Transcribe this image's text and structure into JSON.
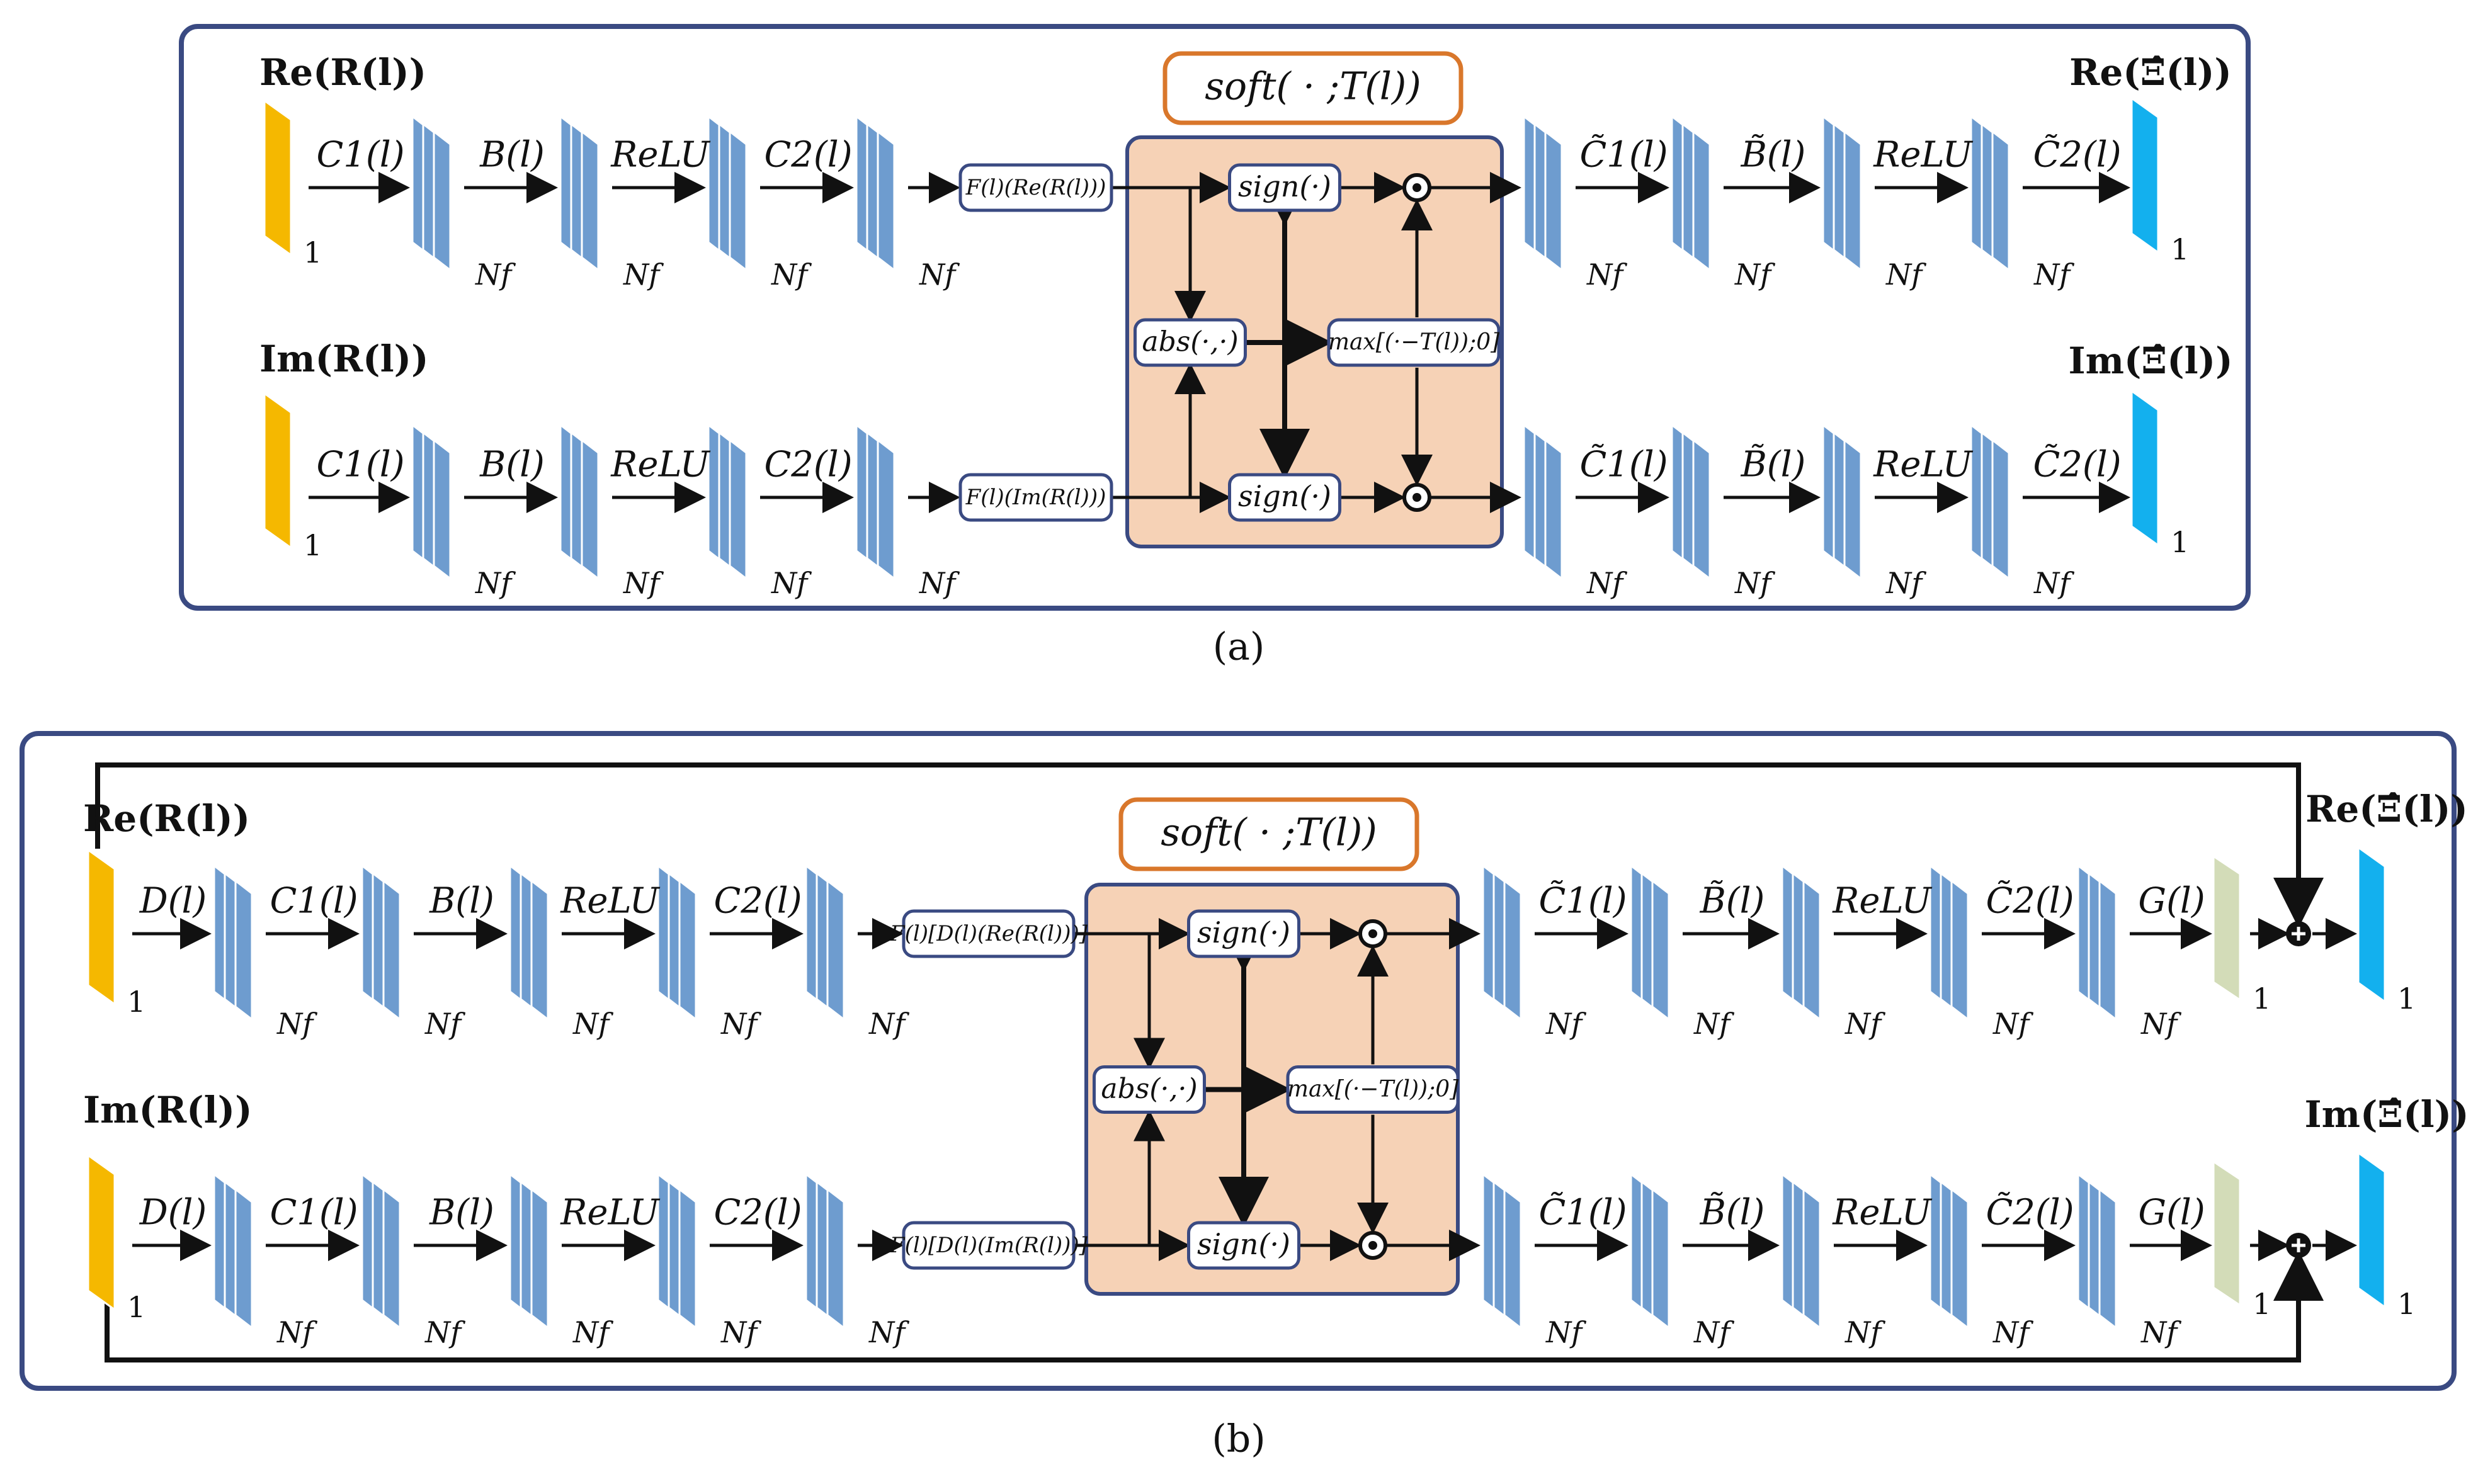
{
  "panel_a": {
    "caption": "(a)",
    "top_input_label": "Re(R(l))",
    "bottom_input_label": "Im(R(l))",
    "top_output_label": "Re(Ξ̂(l))",
    "bottom_output_label": "Im(Ξ̂(l))",
    "one_label": "1",
    "nf_label": "Nf",
    "ops_top": [
      "C1(l)",
      "B(l)",
      "ReLU",
      "C2(l)"
    ],
    "ops_bottom": [
      "C1(l)",
      "B(l)",
      "ReLU",
      "C2(l)"
    ],
    "ops_out_top": [
      "C̃1(l)",
      "B̃(l)",
      "ReLU",
      "C̃2(l)"
    ],
    "ops_out_bottom": [
      "C̃1(l)",
      "B̃(l)",
      "ReLU",
      "C̃2(l)"
    ],
    "f_top": "F(l)(Re(R(l)))",
    "f_bottom": "F(l)(Im(R(l)))",
    "soft_label": "soft( · ;T(l))",
    "sign_label": "sign(·)",
    "abs_label": "abs(·,·)",
    "max_label": "max[(·−T(l));0]",
    "mult_symbol": "⊙"
  },
  "panel_b": {
    "caption": "(b)",
    "top_input_label": "Re(R(l))",
    "bottom_input_label": "Im(R(l))",
    "top_output_label": "Re(Ξ̂(l))",
    "bottom_output_label": "Im(Ξ̂(l))",
    "one_label": "1",
    "nf_label": "Nf",
    "ops_top": [
      "D(l)",
      "C1(l)",
      "B(l)",
      "ReLU",
      "C2(l)"
    ],
    "ops_bottom": [
      "D(l)",
      "C1(l)",
      "B(l)",
      "ReLU",
      "C2(l)"
    ],
    "ops_out_top": [
      "C̃1(l)",
      "B̃(l)",
      "ReLU",
      "C̃2(l)",
      "G(l)"
    ],
    "ops_out_bottom": [
      "C̃1(l)",
      "B̃(l)",
      "ReLU",
      "C̃2(l)",
      "G(l)"
    ],
    "f_top": "F(l)[D(l)(Re(R(l)))]",
    "f_bottom": "F(l)[D(l)(Im(R(l)))]",
    "soft_label": "soft( · ;T(l))",
    "sign_label": "sign(·)",
    "abs_label": "abs(·,·)",
    "max_label": "max[(·−T(l));0]",
    "mult_symbol": "⊙",
    "plus_symbol": "⊕"
  },
  "colors": {
    "frame": "#3a4a82",
    "soft_bg": "#f6d2b6",
    "soft_border": "#3a4a82",
    "soft_label_border": "#d9772b",
    "input_block": "#f5b800",
    "output_block": "#13b0ee",
    "feature_block": "#6e9ccf",
    "g_block": "#d3dcb8",
    "text": "#111111"
  }
}
